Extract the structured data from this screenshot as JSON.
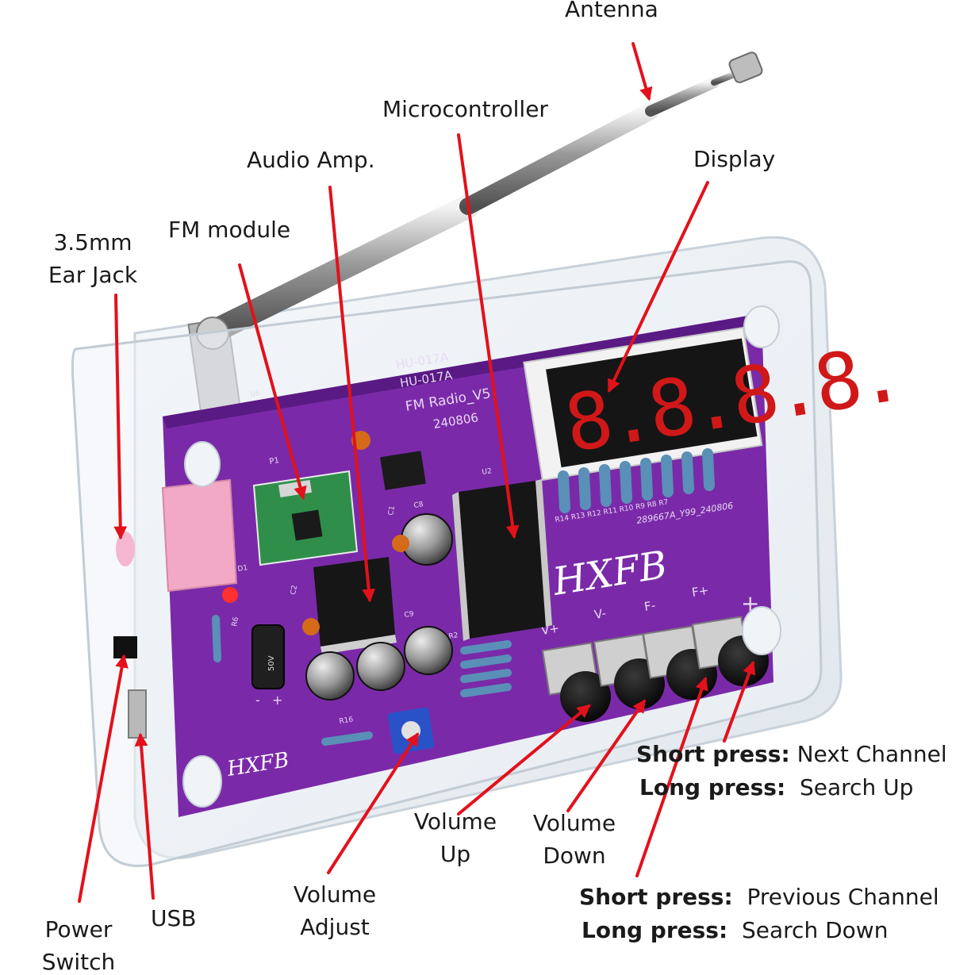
{
  "colors": {
    "arrow": "#e3111b",
    "pcb": "#7a2aa8",
    "pcb_dark": "#5a1a84",
    "case": "#e8eef3",
    "display_digit": "#d01818",
    "button": "#111111",
    "jack": "#f2a9c6",
    "trimmer": "#2a52c8"
  },
  "pcb_text": {
    "model": "HU-017A",
    "model2": "HU-017A",
    "title": "FM Radio_V5",
    "date": "240806",
    "serial": "289667A_Y99_240806",
    "brand": "HXFB",
    "brand_small": "HXFB",
    "u2": "U2",
    "u6": "U6",
    "p1": "P1",
    "c8": "C8",
    "c1": "C1",
    "c2": "C2",
    "c9": "C9",
    "r2": "R2",
    "r6": "R6",
    "r16": "R16",
    "d1": "D1",
    "resistor_labels": "R14 R13 R12 R11 R10 R9 R8 R7",
    "btn_vplus": "V+",
    "btn_vminus": "V-",
    "btn_fminus": "F-",
    "btn_fplus": "F+",
    "plus": "+",
    "minus": "-",
    "cap_text": "50V",
    "display_digits": "8.8.8.8."
  },
  "labels": {
    "antenna": "Antenna",
    "microcontroller": "Microcontroller",
    "display": "Display",
    "audio_amp": "Audio Amp.",
    "fm_module": "FM module",
    "ear_jack_1": "3.5mm",
    "ear_jack_2": "Ear Jack",
    "power_1": "Power",
    "power_2": "Switch",
    "usb": "USB",
    "vol_adjust_1": "Volume",
    "vol_adjust_2": "Adjust",
    "vol_up_1": "Volume",
    "vol_up_2": "Up",
    "vol_down_1": "Volume",
    "vol_down_2": "Down"
  },
  "next_channel": {
    "short_key": "Short press:",
    "short_val": "Next Channel",
    "long_key": "Long press:",
    "long_val": "Search Up"
  },
  "prev_channel": {
    "short_key": "Short press:",
    "short_val": "Previous Channel",
    "long_key": "Long press:",
    "long_val": "Search Down"
  }
}
